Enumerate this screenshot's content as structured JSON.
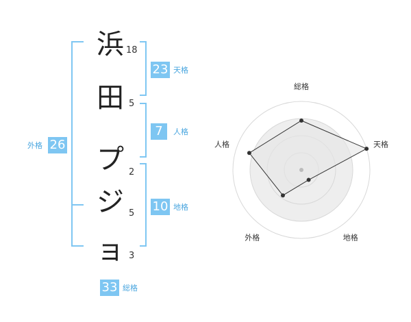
{
  "name": {
    "chars": [
      "浜",
      "田",
      "プ",
      "ジ",
      "ョ"
    ],
    "strokes": [
      "18",
      "5",
      "2",
      "5",
      "3"
    ]
  },
  "fortunes": {
    "tenkaku": {
      "value": "23",
      "label": "天格"
    },
    "jinkaku": {
      "value": "7",
      "label": "人格"
    },
    "chikaku": {
      "value": "10",
      "label": "地格"
    },
    "gaikaku": {
      "value": "26",
      "label": "外格"
    },
    "soukaku": {
      "value": "33",
      "label": "総格"
    }
  },
  "colors": {
    "accent": "#7ec6f2",
    "accent_text": "#4aa6df",
    "ring": "#d8d8d8",
    "fill": "#eeeeee",
    "point": "#333333"
  },
  "chart_data": {
    "type": "radar",
    "axes": [
      "総格",
      "天格",
      "地格",
      "外格",
      "人格"
    ],
    "values": [
      0.72,
      1.0,
      0.18,
      0.46,
      0.8
    ],
    "rings": 4,
    "range": [
      0,
      1
    ]
  }
}
